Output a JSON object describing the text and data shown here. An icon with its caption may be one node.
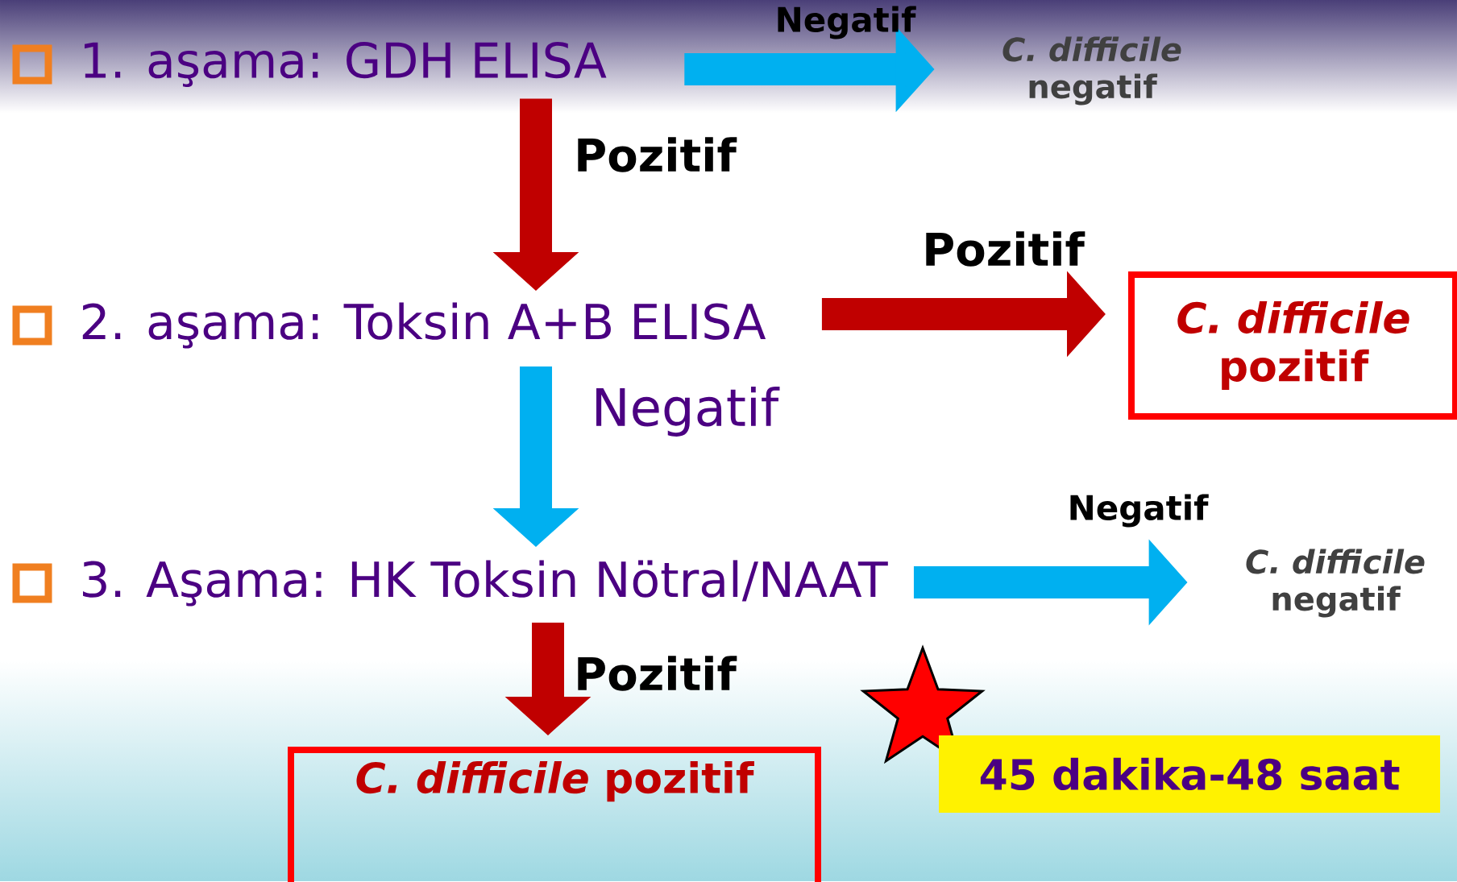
{
  "diagram": {
    "nodes": [
      {
        "text": [
          "1. aşama: GDH ELISA"
        ]
      },
      {
        "text": [
          "*C. difficile* negatif"
        ]
      },
      {
        "text": [
          "2. aşama: Toksin A+B ELISA"
        ]
      },
      {
        "text": [
          "*C. difficile* pozitif"
        ]
      },
      {
        "text": [
          "3. Aşama: HK Toksin Nötral/NAAT"
        ]
      },
      {
        "text": [
          "*C. difficile* negatif"
        ]
      },
      {
        "text": [
          "*C. difficile* pozitif"
        ]
      },
      {
        "text": [
          "45 dakika-48 saat"
        ]
      }
    ],
    "edges": [
      {
        "from": 0,
        "to": 1,
        "arrow": "to",
        "label": "Negatif",
        "color": "#00b0f0"
      },
      {
        "from": 0,
        "to": 2,
        "arrow": "to",
        "label": "Pozitif",
        "color": "#c00000"
      },
      {
        "from": 2,
        "to": 3,
        "arrow": "to",
        "label": "Pozitif",
        "color": "#c00000"
      },
      {
        "from": 2,
        "to": 4,
        "arrow": "to",
        "label": "Negatif",
        "color": "#00b0f0"
      },
      {
        "from": 4,
        "to": 5,
        "arrow": "to",
        "label": "Negatif",
        "color": "#00b0f0"
      },
      {
        "from": 4,
        "to": 6,
        "arrow": "to",
        "label": "Pozitif",
        "color": "#c00000"
      }
    ]
  }
}
